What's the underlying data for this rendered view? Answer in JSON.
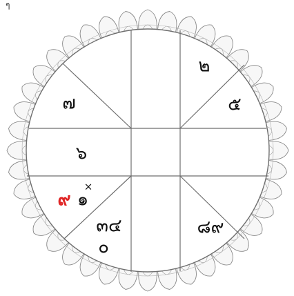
{
  "corner_mark": "ๆ",
  "colors": {
    "accent_red": "#e02424",
    "text": "#111111",
    "line": "#6e6e6e",
    "lace_outline": "#8a8a8a",
    "background": "#ffffff"
  },
  "houses": {
    "upper_left_triangle": "๗",
    "left_middle": "๖",
    "lower_left_red": "๙",
    "lower_left_planet": "๑",
    "lower_left_planet_mark": "×",
    "lower_left_inner_top": "๓๔",
    "lower_left_inner_bottom": "๐",
    "upper_right_inner": "๒",
    "upper_right_triangle": "๕",
    "lower_right_inner": "๘๙"
  }
}
